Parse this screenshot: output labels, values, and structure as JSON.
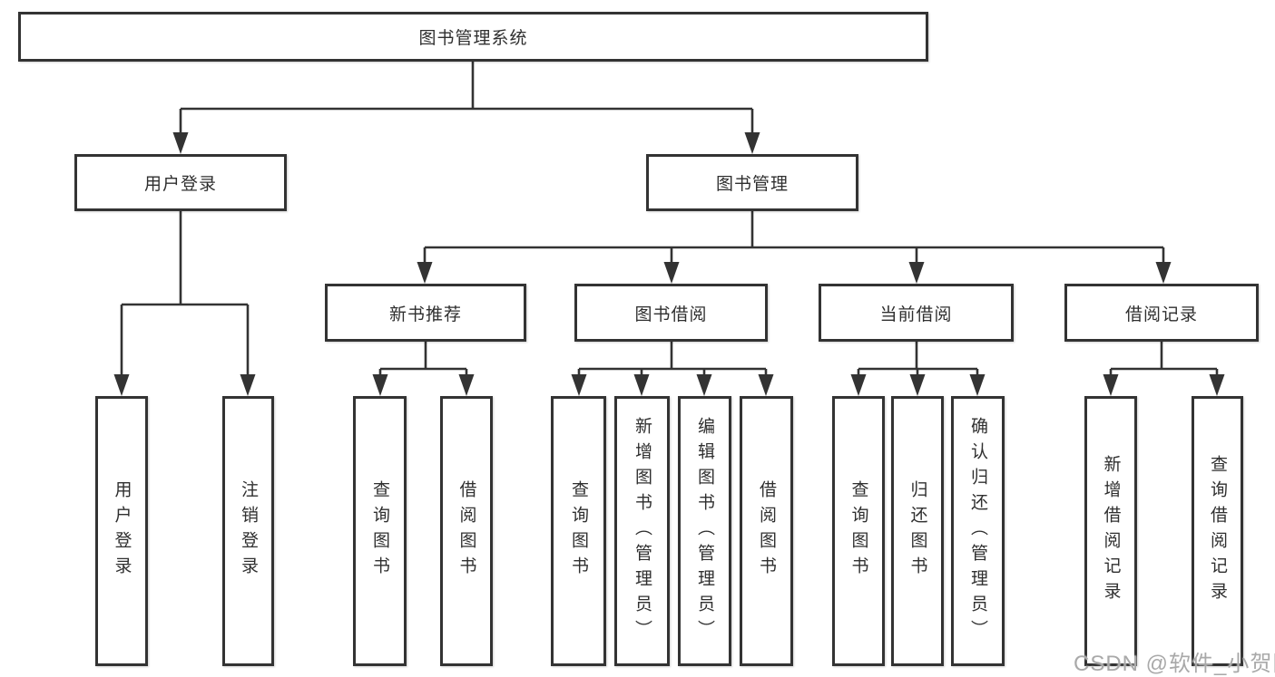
{
  "diagram": {
    "type": "tree",
    "root": {
      "label": "图书管理系统"
    },
    "level2": [
      {
        "id": "user-login",
        "label": "用户登录"
      },
      {
        "id": "book-management",
        "label": "图书管理"
      }
    ],
    "level3": [
      {
        "id": "new-book-recommend",
        "label": "新书推荐",
        "parent": "图书管理"
      },
      {
        "id": "book-borrow",
        "label": "图书借阅",
        "parent": "图书管理"
      },
      {
        "id": "current-borrow",
        "label": "当前借阅",
        "parent": "图书管理"
      },
      {
        "id": "borrow-record",
        "label": "借阅记录",
        "parent": "图书管理"
      }
    ],
    "leaves": [
      {
        "id": "user-login-leaf",
        "label": "用户登录",
        "parent": "用户登录"
      },
      {
        "id": "logout",
        "label": "注销登录",
        "parent": "用户登录"
      },
      {
        "id": "query-book-1",
        "label": "查询图书",
        "parent": "新书推荐"
      },
      {
        "id": "borrow-book-1",
        "label": "借阅图书",
        "parent": "新书推荐"
      },
      {
        "id": "query-book-2",
        "label": "查询图书",
        "parent": "图书借阅"
      },
      {
        "id": "add-book-admin",
        "label": "新增图书（管理员）",
        "parent": "图书借阅"
      },
      {
        "id": "edit-book-admin",
        "label": "编辑图书（管理员）",
        "parent": "图书借阅"
      },
      {
        "id": "borrow-book-2",
        "label": "借阅图书",
        "parent": "图书借阅"
      },
      {
        "id": "query-book-3",
        "label": "查询图书",
        "parent": "当前借阅"
      },
      {
        "id": "return-book",
        "label": "归还图书",
        "parent": "当前借阅"
      },
      {
        "id": "confirm-return-admin",
        "label": "确认归还（管理员）",
        "parent": "当前借阅"
      },
      {
        "id": "add-borrow-record",
        "label": "新增借阅记录",
        "parent": "借阅记录"
      },
      {
        "id": "query-borrow-record",
        "label": "查询借阅记录",
        "parent": "借阅记录"
      }
    ]
  },
  "watermark": {
    "text": "CSDN @软件_小贺同学"
  },
  "colors": {
    "line": "#333333",
    "box_border": "#333333",
    "box_background": "#ffffff",
    "text": "#2f2f2f",
    "watermark": "#a9a9a9",
    "background": "#ffffff"
  }
}
